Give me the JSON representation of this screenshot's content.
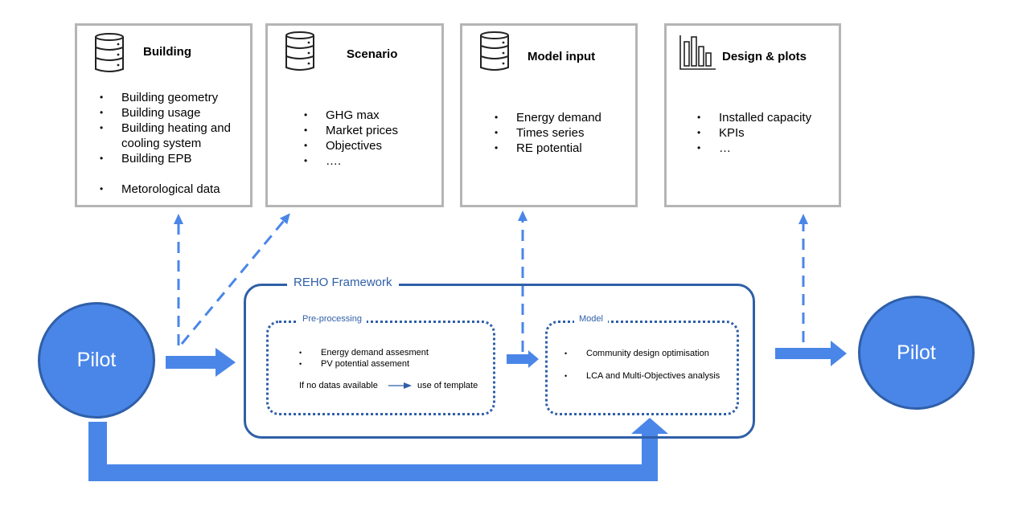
{
  "boxes": {
    "building": {
      "title": "Building",
      "icon": "database-icon",
      "items": [
        "Building geometry",
        "Building usage",
        "Building heating and cooling system",
        "Building EPB",
        "Metorological data"
      ]
    },
    "scenario": {
      "title": "Scenario",
      "icon": "database-icon",
      "items": [
        "GHG max",
        "Market prices",
        "Objectives",
        "…."
      ]
    },
    "model_input": {
      "title": "Model input",
      "icon": "database-icon",
      "items": [
        "Energy demand",
        "Times series",
        "RE potential"
      ]
    },
    "design_plots": {
      "title": "Design & plots",
      "icon": "bar-chart-icon",
      "items": [
        "Installed capacity",
        "KPIs",
        "…"
      ]
    }
  },
  "pilot_left": "Pilot",
  "pilot_right": "Pilot",
  "framework": {
    "title": "REHO Framework",
    "preprocessing": {
      "title": "Pre-processing",
      "items": [
        "Energy demand assesment",
        "PV potential assement"
      ],
      "template_from": "If no datas available",
      "template_to": "use of template"
    },
    "model": {
      "title": "Model",
      "items": [
        "Community design optimisation",
        "LCA and Multi-Objectives analysis"
      ]
    }
  },
  "colors": {
    "accent": "#4a86e8",
    "dark_blue": "#2f5fa8",
    "box_border": "#b5b5b5"
  }
}
